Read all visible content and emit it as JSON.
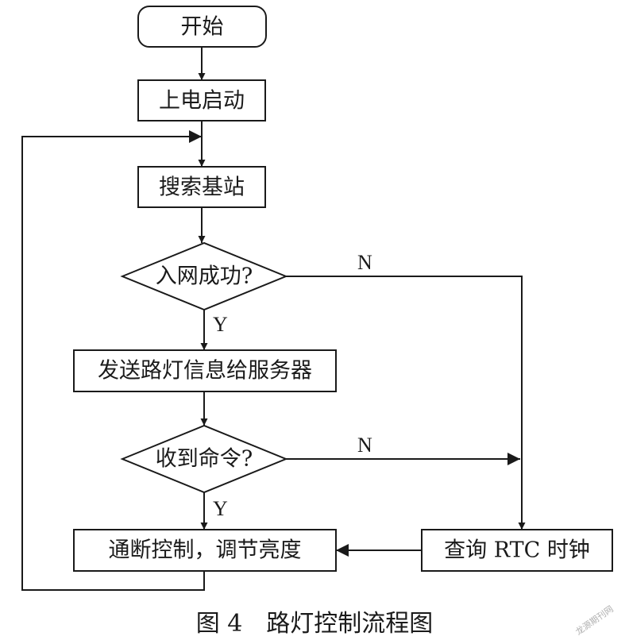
{
  "nodes": {
    "start": "开始",
    "power_on": "上电启动",
    "search": "搜索基站",
    "network_ok": "入网成功?",
    "send_info": "发送路灯信息给服务器",
    "got_command": "收到命令?",
    "control": "通断控制，调节亮度",
    "query_rtc": "查询 RTC 时钟"
  },
  "edge_labels": {
    "network_no": "N",
    "network_yes": "Y",
    "command_no": "N",
    "command_yes": "Y"
  },
  "caption": "图 4　路灯控制流程图",
  "watermark": "龙源期刊网"
}
